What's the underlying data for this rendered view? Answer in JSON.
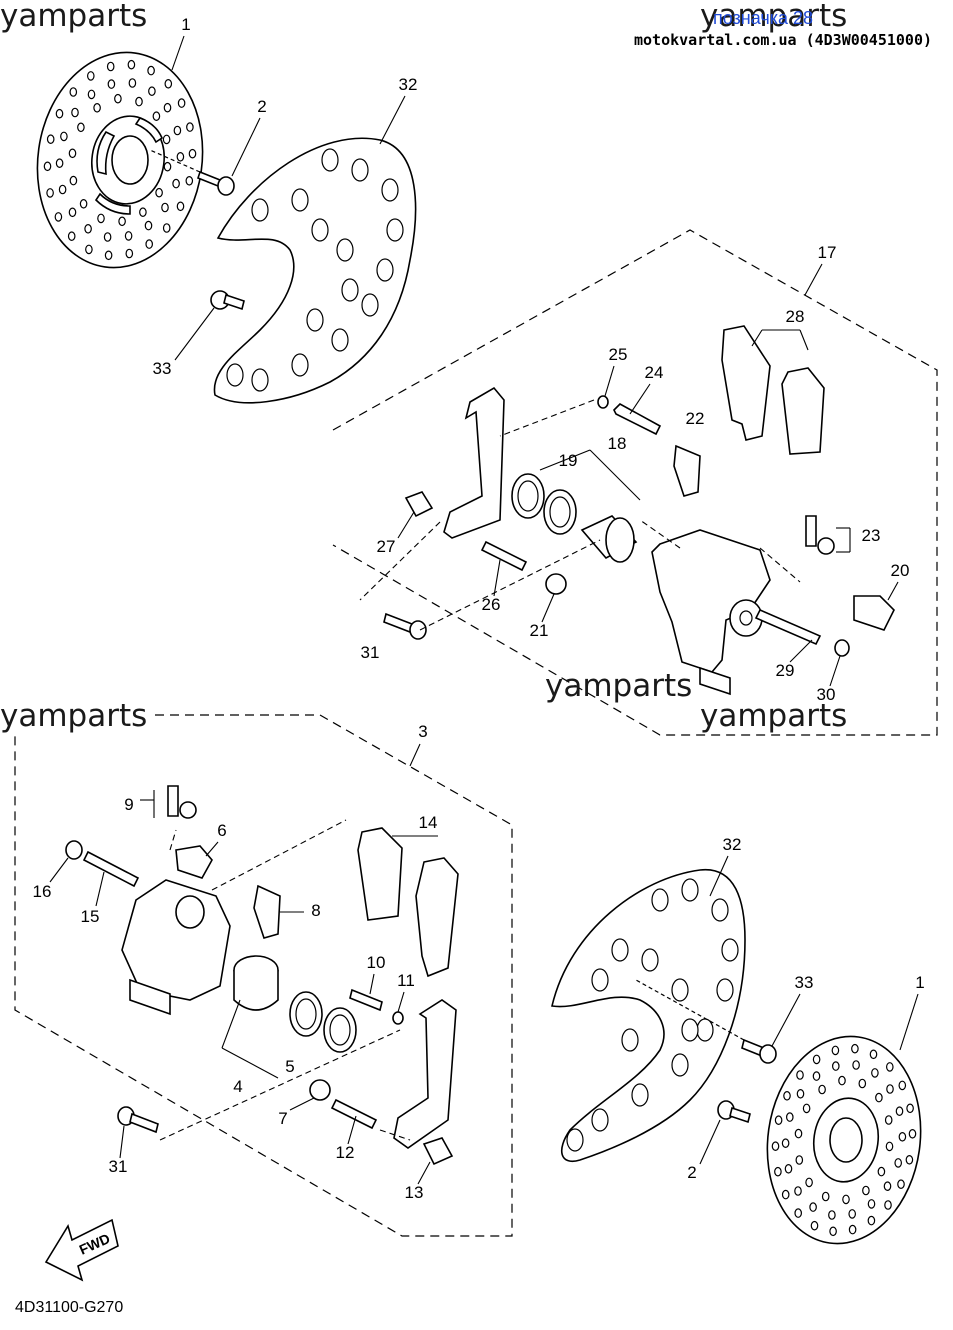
{
  "header": {
    "link_text": "позначка 28",
    "source_line": "motokvartal.com.ua (4D3W00451000)"
  },
  "watermarks": [
    "yamparts",
    "yamparts",
    "yamparts",
    "yamparts",
    "yamparts"
  ],
  "drawing_code": "4D31100-G270",
  "fwd_label": "FWD",
  "callouts": {
    "c1a": "1",
    "c2a": "2",
    "c32a": "32",
    "c33a": "33",
    "c17": "17",
    "c28": "28",
    "c25": "25",
    "c24": "24",
    "c22": "22",
    "c18": "18",
    "c19": "19",
    "c23": "23",
    "c20": "20",
    "c27": "27",
    "c26": "26",
    "c21": "21",
    "c31a": "31",
    "c29": "29",
    "c30": "30",
    "c3": "3",
    "c9": "9",
    "c6": "6",
    "c14": "14",
    "c16": "16",
    "c15": "15",
    "c8": "8",
    "c10": "10",
    "c11": "11",
    "c4": "4",
    "c5": "5",
    "c7": "7",
    "c12": "12",
    "c13": "13",
    "c31b": "31",
    "c32b": "32",
    "c33b": "33",
    "c1b": "1",
    "c2b": "2"
  }
}
